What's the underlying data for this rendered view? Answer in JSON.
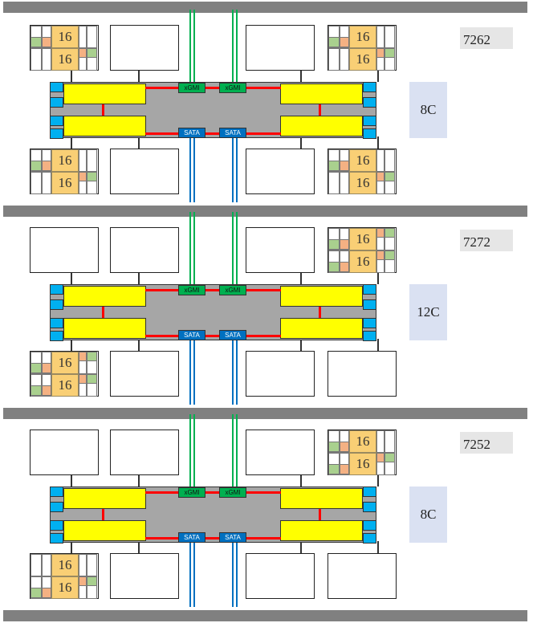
{
  "link_labels": {
    "xgmi": "xGMI",
    "sata": "SATA"
  },
  "cache_value": "16",
  "colors": {
    "io_die": "#a6a6a6",
    "ccx": "#ffff00",
    "link_red": "#ff0000",
    "xgmi_green": "#00b050",
    "sata_blue": "#0070c0",
    "port_blue": "#00b0f0",
    "cache_orange": "#f9cf75",
    "core_enabled": "#a9d08e",
    "core_partial": "#f4b183",
    "separator": "#808080"
  },
  "panels": [
    {
      "model": "7262",
      "cores": "8C",
      "ccds": [
        {
          "pos": "top-left",
          "populated": true,
          "cells": [
            "enabled",
            "empty",
            "empty",
            "enabled"
          ]
        },
        {
          "pos": "top-mid-left",
          "populated": false
        },
        {
          "pos": "top-mid-right",
          "populated": false
        },
        {
          "pos": "top-right",
          "populated": true,
          "cells": [
            "enabled",
            "empty",
            "empty",
            "enabled"
          ]
        },
        {
          "pos": "bottom-left",
          "populated": true,
          "cells": [
            "enabled",
            "empty",
            "empty",
            "enabled"
          ]
        },
        {
          "pos": "bottom-mid-left",
          "populated": false
        },
        {
          "pos": "bottom-mid-right",
          "populated": false
        },
        {
          "pos": "bottom-right",
          "populated": true,
          "cells": [
            "enabled",
            "empty",
            "empty",
            "enabled"
          ]
        }
      ]
    },
    {
      "model": "7272",
      "cores": "12C",
      "ccds": [
        {
          "pos": "top-left",
          "populated": false
        },
        {
          "pos": "top-mid-left",
          "populated": false
        },
        {
          "pos": "top-mid-right",
          "populated": false
        },
        {
          "pos": "top-right",
          "populated": true,
          "cells": [
            "enabled",
            "enabled",
            "enabled",
            "enabled"
          ]
        },
        {
          "pos": "bottom-left",
          "populated": true,
          "cells": [
            "enabled",
            "enabled",
            "enabled",
            "enabled"
          ]
        },
        {
          "pos": "bottom-mid-left",
          "populated": false
        },
        {
          "pos": "bottom-mid-right",
          "populated": false
        },
        {
          "pos": "bottom-right",
          "populated": false
        }
      ]
    },
    {
      "model": "7252",
      "cores": "8C",
      "ccds": [
        {
          "pos": "top-left",
          "populated": false
        },
        {
          "pos": "top-mid-left",
          "populated": false
        },
        {
          "pos": "top-mid-right",
          "populated": false
        },
        {
          "pos": "top-right",
          "populated": true,
          "cells": [
            "enabled",
            "empty",
            "enabled",
            "enabled"
          ]
        },
        {
          "pos": "bottom-left",
          "populated": true,
          "cells": [
            "empty",
            "empty",
            "enabled",
            "enabled"
          ]
        },
        {
          "pos": "bottom-mid-left",
          "populated": false
        },
        {
          "pos": "bottom-mid-right",
          "populated": false
        },
        {
          "pos": "bottom-right",
          "populated": false
        }
      ]
    }
  ]
}
